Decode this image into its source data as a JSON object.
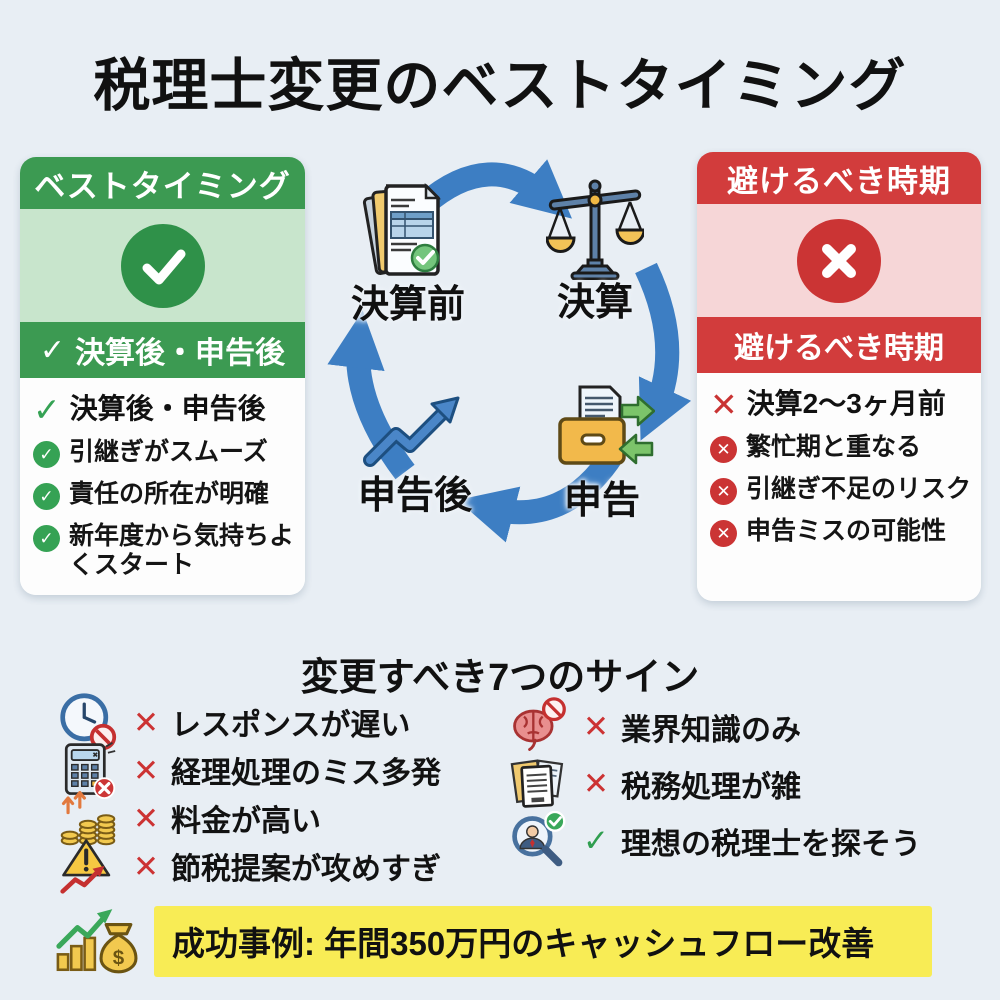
{
  "page": {
    "title": "税理士変更のベストタイミング"
  },
  "colors": {
    "bg": "#e8eef4",
    "green": "#3c9a52",
    "green-dark": "#2f9149",
    "green-light": "#c8e5cc",
    "green-badge": "#35a254",
    "red": "#d23c3c",
    "red-dark": "#cb3434",
    "pink": "#f6d6d7",
    "blue": "#3d7ec3",
    "yellow": "#f8ec55",
    "ink": "#161616",
    "panel": "#fdfdfd"
  },
  "best_panel": {
    "header": "ベストタイミング",
    "band_mark": "✓",
    "band_label": "決算後・申告後",
    "items": [
      {
        "mark": "✓",
        "text": "決算後・申告後"
      },
      {
        "mark": "✓",
        "text": "引継ぎがスムーズ"
      },
      {
        "mark": "✓",
        "text": "責任の所在が明確"
      },
      {
        "mark": "✓",
        "text": "新年度から気持ちよくスタート"
      }
    ]
  },
  "avoid_panel": {
    "header": "避けるべき時期",
    "band_label": "避けるべき時期",
    "items": [
      {
        "mark": "✕",
        "text": "決算2〜3ヶ月前"
      },
      {
        "mark": "✕",
        "text": "繁忙期と重なる"
      },
      {
        "mark": "✕",
        "text": "引継ぎ不足のリスク"
      },
      {
        "mark": "✕",
        "text": "申告ミスの可能性"
      }
    ]
  },
  "cycle": {
    "stages": [
      {
        "label": "決算前",
        "icon": "documents-check-icon"
      },
      {
        "label": "決算",
        "icon": "balance-scale-icon"
      },
      {
        "label": "申告",
        "icon": "folder-exchange-icon"
      },
      {
        "label": "申告後",
        "icon": "growth-arrow-icon"
      }
    ]
  },
  "signs": {
    "title": "変更すべき7つのサイン",
    "left": [
      {
        "icon": "clock-prohibited-icon",
        "mark": "✕",
        "text": "レスポンスが遅い"
      },
      {
        "icon": "calculator-error-icon",
        "mark": "✕",
        "text": "経理処理のミス多発"
      },
      {
        "icon": "rising-coins-icon",
        "mark": "✕",
        "text": "料金が高い"
      },
      {
        "icon": "warning-zigzag-icon",
        "mark": "✕",
        "text": "節税提案が攻めすぎ"
      }
    ],
    "right": [
      {
        "icon": "brain-prohibited-icon",
        "mark": "✕",
        "text": "業界知識のみ"
      },
      {
        "icon": "messy-documents-icon",
        "mark": "✕",
        "text": "税務処理が雑"
      },
      {
        "icon": "search-accountant-icon",
        "mark": "✓",
        "text": "理想の税理士を探そう"
      }
    ]
  },
  "success": {
    "icon": "chart-moneybag-icon",
    "text": "成功事例: 年間350万円のキャッシュフロー改善"
  }
}
